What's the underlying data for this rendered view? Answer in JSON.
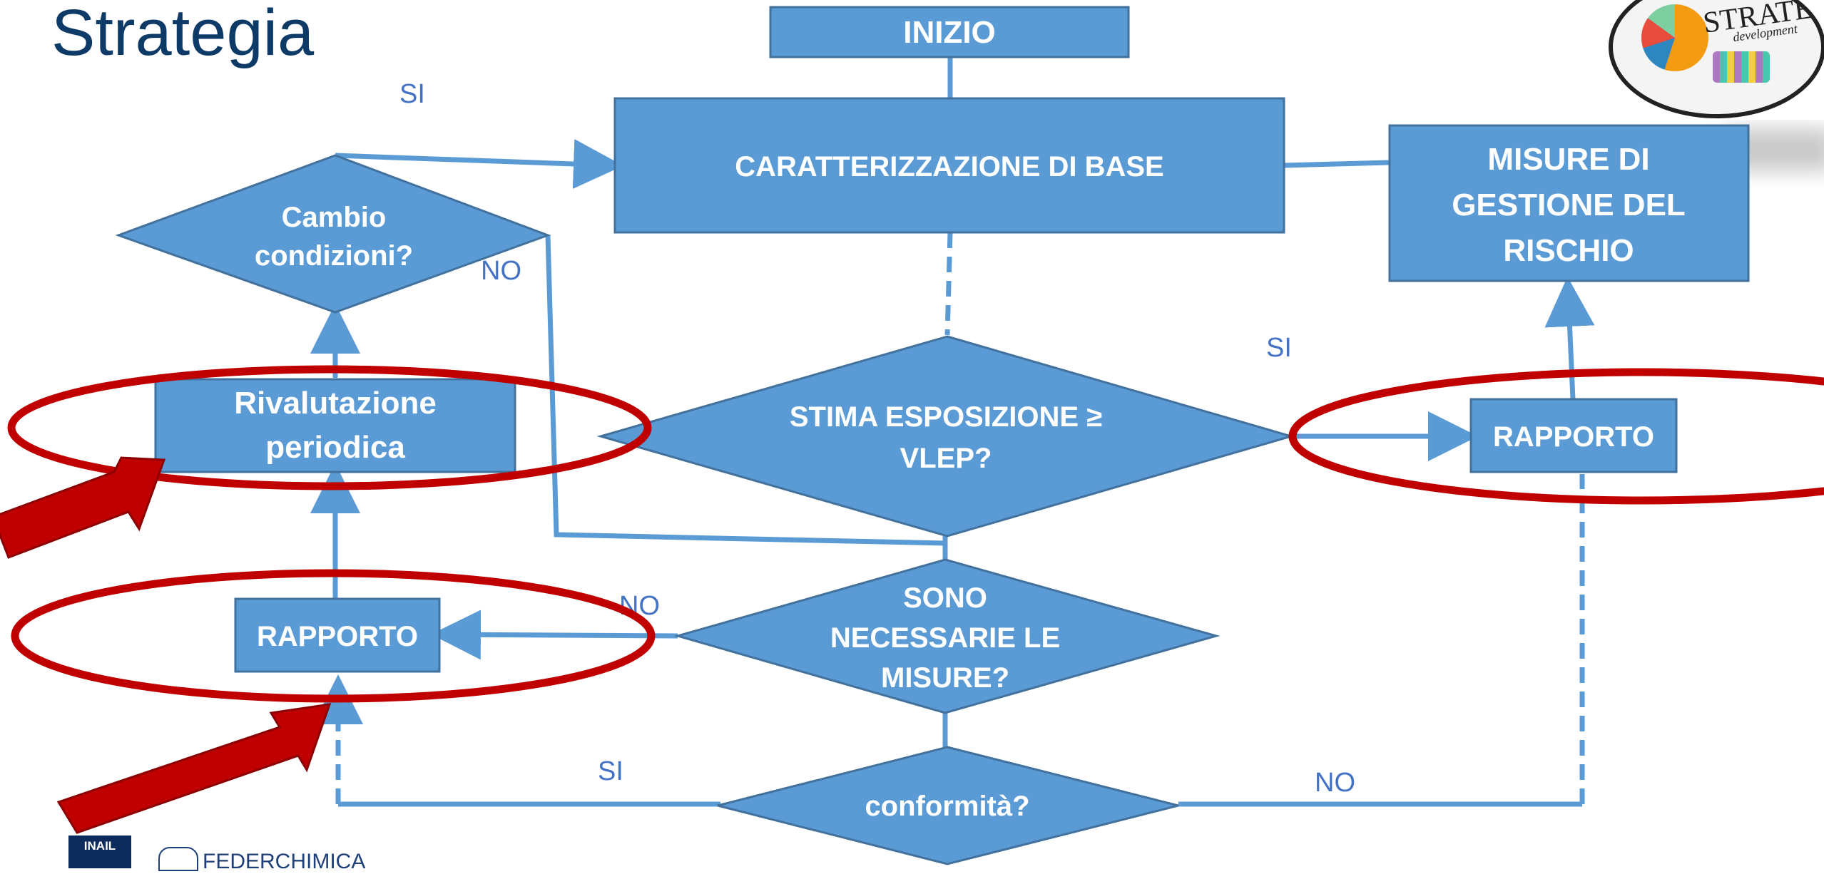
{
  "title": "Strategia",
  "nodes": {
    "inizio": "INIZIO",
    "caratterizzazione": "CARATTERIZZAZIONE DI BASE",
    "misure_gestione": [
      "MISURE DI",
      "GESTIONE DEL",
      "RISCHIO"
    ],
    "cambio_condizioni": [
      "Cambio",
      "condizioni?"
    ],
    "rivalutazione": [
      "Rivalutazione",
      "periodica"
    ],
    "stima_esposizione": [
      "STIMA ESPOSIZIONE ≥",
      "VLEP?"
    ],
    "rapporto_right": "RAPPORTO",
    "rapporto_left": "RAPPORTO",
    "sono_necessarie": [
      "SONO",
      "NECESSARIE LE",
      "MISURE?"
    ],
    "conformita": "conformità?"
  },
  "edge_labels": {
    "si_top": "SI",
    "no_cambio": "NO",
    "si_stima": "SI",
    "no_sono": "NO",
    "si_conformita": "SI",
    "no_conformita": "NO"
  },
  "logos": {
    "inail": "INAIL",
    "federchimica": "FEDERCHIMICA",
    "strategy_badge": "STRATEGY",
    "strategy_badge_sub": "development"
  },
  "colors": {
    "node_fill": "#5b9bd5",
    "node_stroke": "#41719c",
    "connector": "#5b9bd5",
    "label_text": "#4472c4",
    "highlight_red": "#c00000",
    "title": "#0d3a66"
  }
}
